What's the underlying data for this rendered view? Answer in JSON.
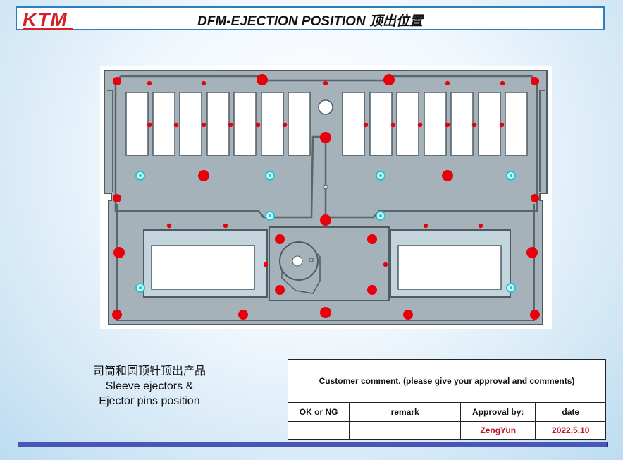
{
  "header": {
    "logo_text": "KTM",
    "title": "DFM-EJECTION POSITION 顶出位置"
  },
  "caption": {
    "line1": "司筒和圆顶针顶出产品",
    "line2": "Sleeve ejectors &",
    "line3": "Ejector pins position"
  },
  "approval_table": {
    "comment_header": "Customer comment. (please give your approval and comments)",
    "columns": [
      "OK or NG",
      "remark",
      "Approval by:",
      "date"
    ],
    "row": {
      "ok_ng": "",
      "remark": "",
      "approval_by": "ZengYun",
      "date": "2022.5.10"
    }
  },
  "colors": {
    "accent_blue": "#2b7fbf",
    "logo_red": "#d61f26",
    "ejector_pin_red": "#e8000b",
    "sleeve_ejector_cyan": "#22c6d0",
    "part_grey": "#a6b2b9",
    "bottom_bar": "#4a55b8"
  }
}
